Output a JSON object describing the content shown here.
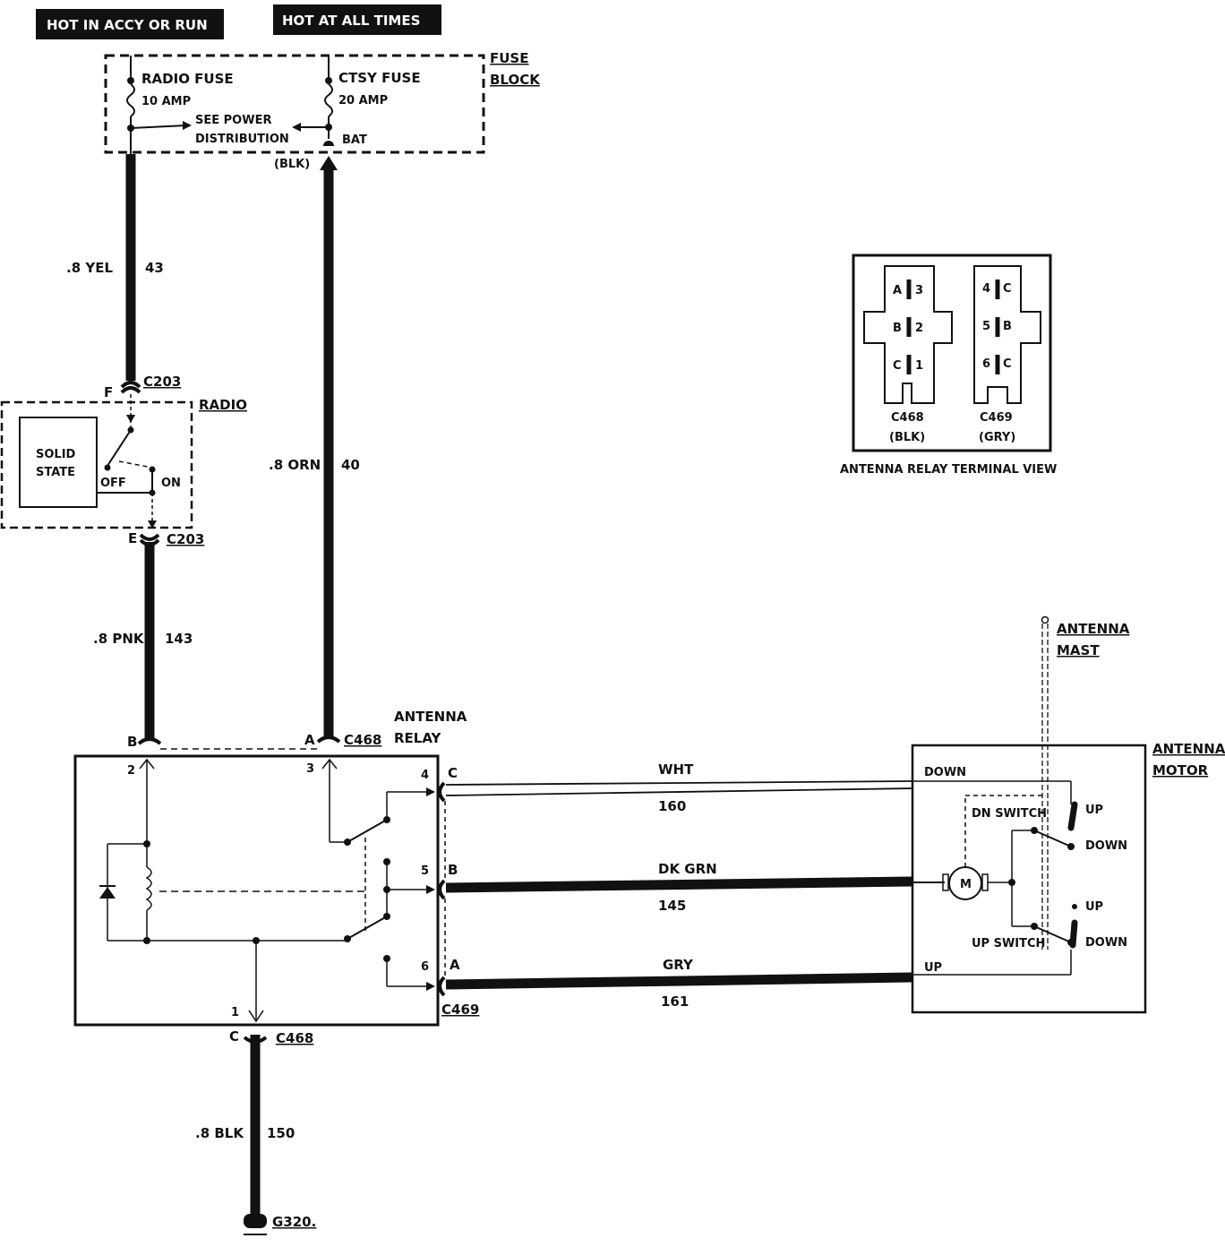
{
  "power": {
    "hot_in_accy_or_run": "HOT IN ACCY OR RUN",
    "hot_at_all_times": "HOT AT ALL TIMES"
  },
  "fuse_block": {
    "label_line1": "FUSE",
    "label_line2": "BLOCK",
    "radio_fuse": "RADIO FUSE",
    "radio_fuse_amp": "10 AMP",
    "ctsy_fuse": "CTSY FUSE",
    "ctsy_fuse_amp": "20 AMP",
    "see_power_line1": "SEE POWER",
    "see_power_line2": "DISTRIBUTION",
    "bat": "BAT",
    "blk": "(BLK)"
  },
  "wires": {
    "yel": {
      "gauge_color": ".8 YEL",
      "circuit": "43"
    },
    "orn": {
      "gauge_color": ".8 ORN",
      "circuit": "40"
    },
    "pnk": {
      "gauge_color": ".8 PNK",
      "circuit": "143"
    },
    "blk": {
      "gauge_color": ".8 BLK",
      "circuit": "150"
    },
    "wht": {
      "color": "WHT",
      "circuit": "160"
    },
    "dkgrn": {
      "color": "DK GRN",
      "circuit": "145"
    },
    "gry": {
      "color": "GRY",
      "circuit": "161"
    }
  },
  "radio": {
    "title": "RADIO",
    "solid_line1": "SOLID",
    "solid_line2": "STATE",
    "off": "OFF",
    "on": "ON",
    "connector": "C203",
    "pin_f": "F",
    "pin_e": "E"
  },
  "relay": {
    "title_line1": "ANTENNA",
    "title_line2": "RELAY",
    "c468": "C468",
    "c469": "C469",
    "pin_b": "B",
    "pin_a": "A",
    "pin_c": "C",
    "term_1": "1",
    "term_2": "2",
    "term_3": "3",
    "term_4": "4",
    "term_5": "5",
    "term_6": "6",
    "out_c": "C",
    "out_b": "B",
    "out_a": "A"
  },
  "terminal_view": {
    "caption": "ANTENNA RELAY TERMINAL VIEW",
    "left_rows": [
      [
        "A",
        "3"
      ],
      [
        "B",
        "2"
      ],
      [
        "C",
        "1"
      ]
    ],
    "right_rows": [
      [
        "4",
        "C"
      ],
      [
        "5",
        "B"
      ],
      [
        "6",
        "C"
      ]
    ],
    "left_name": "C468",
    "left_color": "(BLK)",
    "right_name": "C469",
    "right_color": "(GRY)"
  },
  "mast": {
    "line1": "ANTENNA",
    "line2": "MAST"
  },
  "motor": {
    "title_line1": "ANTENNA",
    "title_line2": "MOTOR",
    "down_input": "DOWN",
    "up_input": "UP",
    "dn_switch": "DN SWITCH",
    "up_switch": "UP SWITCH",
    "dn_up": "UP",
    "dn_down": "DOWN",
    "up_up": "UP",
    "up_down": "DOWN",
    "m": "M"
  },
  "ground": "G320."
}
